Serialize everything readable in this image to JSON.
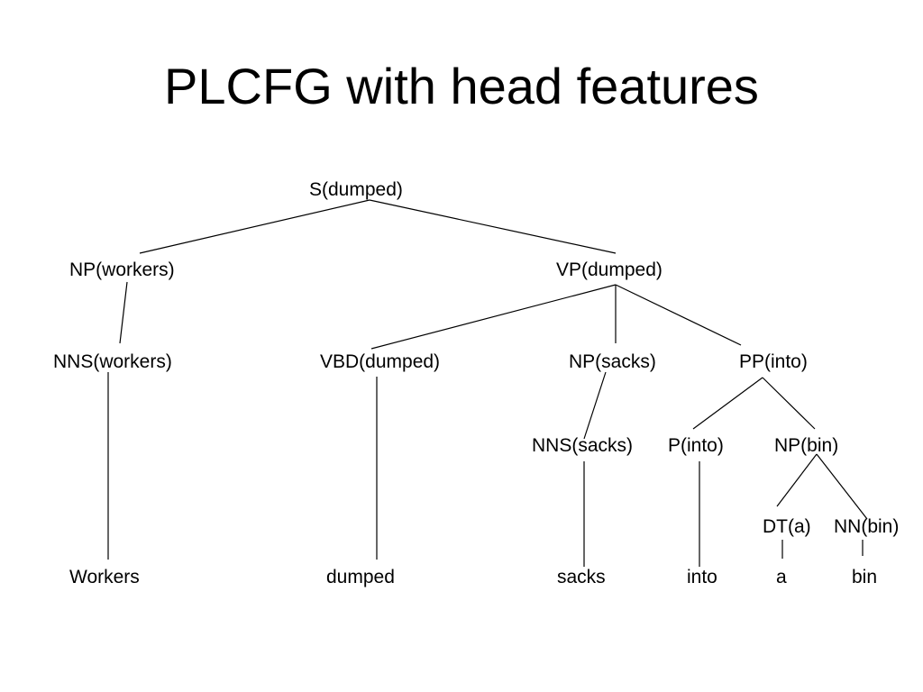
{
  "slide": {
    "title": "PLCFG with head features"
  },
  "tree": {
    "nodes": {
      "s": "S(dumped)",
      "np_workers": "NP(workers)",
      "vp_dumped": "VP(dumped)",
      "nns_workers": "NNS(workers)",
      "vbd_dumped": "VBD(dumped)",
      "np_sacks": "NP(sacks)",
      "pp_into": "PP(into)",
      "nns_sacks": "NNS(sacks)",
      "p_into": "P(into)",
      "np_bin": "NP(bin)",
      "dt_a": "DT(a)",
      "nn_bin": "NN(bin)"
    },
    "words": {
      "workers": "Workers",
      "dumped": "dumped",
      "sacks": "sacks",
      "into": "into",
      "a": "a",
      "bin": "bin"
    }
  }
}
